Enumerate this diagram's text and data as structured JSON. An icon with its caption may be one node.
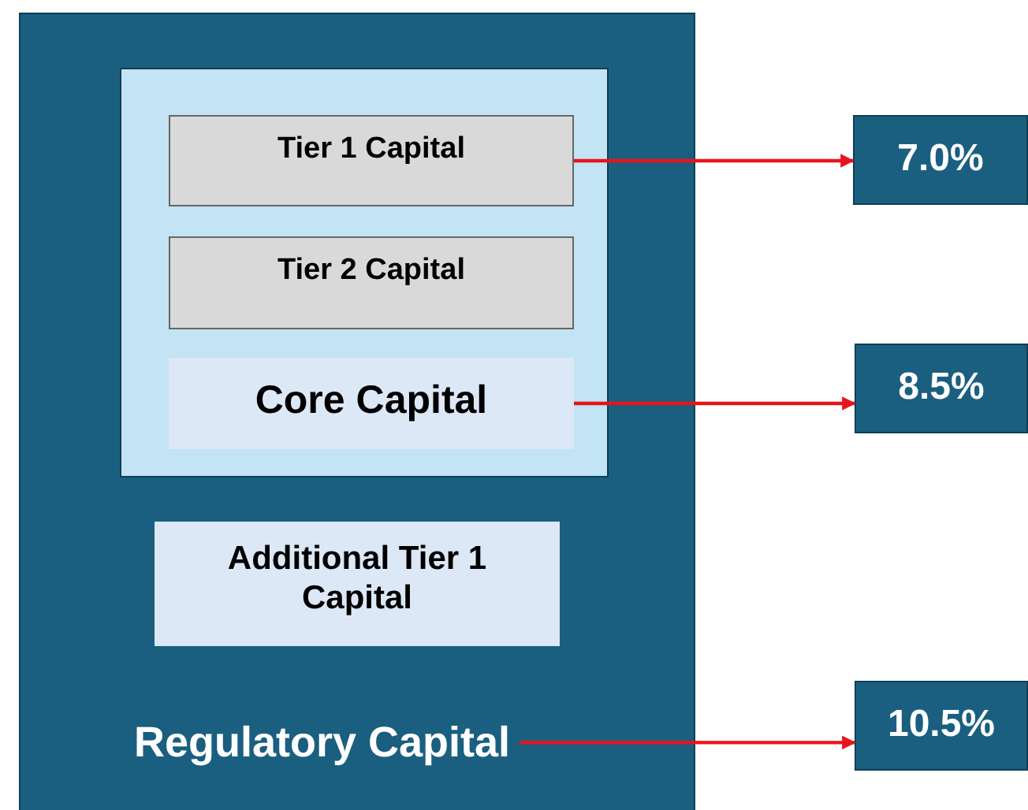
{
  "diagram": {
    "nodes": [
      {
        "text": [
          "Regulatory Capital"
        ]
      },
      {
        "text": [],
        "shape": "box",
        "in": 0
      },
      {
        "text": [
          "Tier 1 Capital"
        ],
        "in": 1
      },
      {
        "text": [
          "Tier 2 Capital"
        ],
        "in": 1
      },
      {
        "text": [
          "Core Capital"
        ],
        "in": 1
      },
      {
        "text": [
          "Additional Tier 1 Capital"
        ],
        "in": 0
      },
      {
        "text": [
          "7.0%"
        ]
      },
      {
        "text": [
          "8.5%"
        ]
      },
      {
        "text": [
          "10.5%"
        ]
      }
    ],
    "edges": [
      {
        "from": 2,
        "to": 6,
        "arrow": "to"
      },
      {
        "from": 4,
        "to": 7,
        "arrow": "to"
      },
      {
        "from": 0,
        "to": 8,
        "arrow": "to"
      }
    ]
  }
}
